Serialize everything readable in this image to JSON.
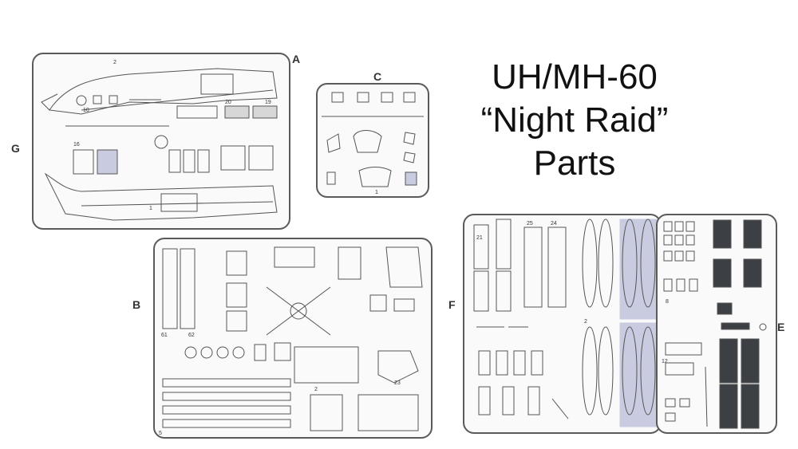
{
  "title": {
    "line1": "UH/MH-60",
    "line2": "“Night Raid”",
    "line3": "Parts"
  },
  "sprues": {
    "A": {
      "letter": "A"
    },
    "C": {
      "letter": "C"
    },
    "G": {
      "letter": "G"
    },
    "B": {
      "letter": "B"
    },
    "F": {
      "letter": "F"
    },
    "E": {
      "letter": "E"
    }
  },
  "colors": {
    "sprue_outline": "#5a5a5a",
    "parts_line": "#555555",
    "highlight_parts": "#c9cbe0",
    "dark_parts": "#3c3f44"
  }
}
